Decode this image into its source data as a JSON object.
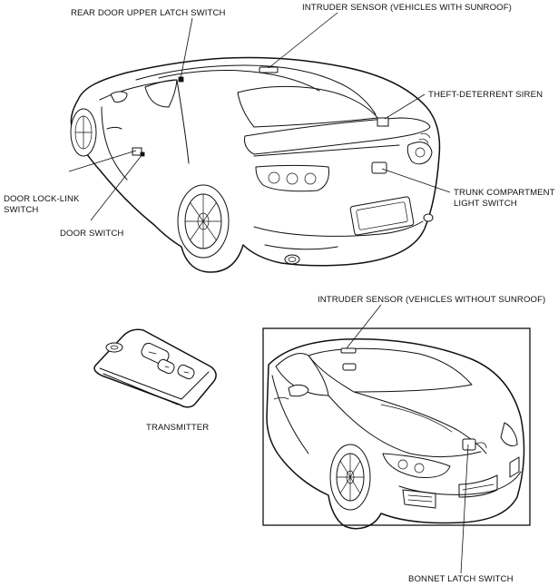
{
  "labels": {
    "rear_door_upper_latch_switch": "REAR DOOR UPPER LATCH SWITCH",
    "intruder_sensor_sunroof": "INTRUDER SENSOR (VEHICLES WITH SUNROOF)",
    "theft_deterrent_siren": "THEFT-DETERRENT SIREN",
    "door_lock_link_switch_line1": "DOOR LOCK-LINK",
    "door_lock_link_switch_line2": "SWITCH",
    "door_switch": "DOOR SWITCH",
    "trunk_compartment_light_switch_line1": "TRUNK COMPARTMENT",
    "trunk_compartment_light_switch_line2": "LIGHT SWITCH",
    "intruder_sensor_no_sunroof": "INTRUDER SENSOR (VEHICLES WITHOUT SUNROOF)",
    "transmitter": "TRANSMITTER",
    "bonnet_latch_switch": "BONNET LATCH SWITCH"
  }
}
